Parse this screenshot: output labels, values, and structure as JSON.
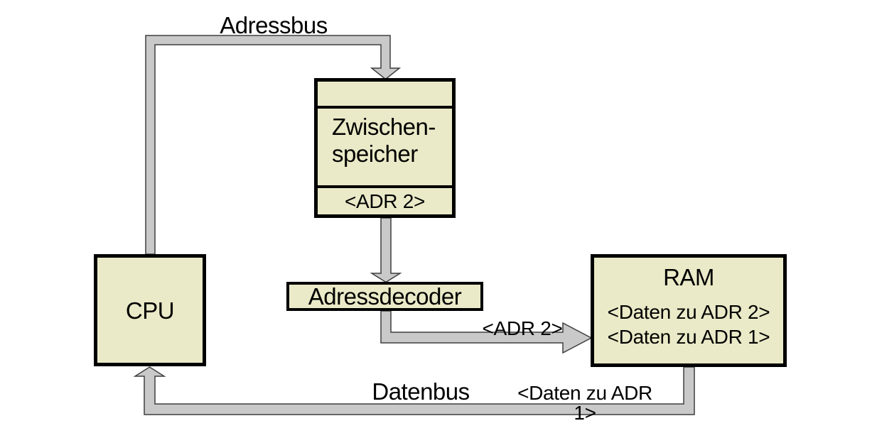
{
  "diagram": {
    "colors": {
      "background": "#ffffff",
      "box_fill": "#eaeac8",
      "box_border": "#000000",
      "bus_fill": "#c9c9c9",
      "bus_outline": "#3f3f3f",
      "text": "#000000"
    },
    "nodes": {
      "cpu": {
        "label": "CPU"
      },
      "buffer": {
        "label_line1": "Zwischen-",
        "label_line2": "speicher",
        "value": "<ADR 2>"
      },
      "decoder": {
        "label": "Adressdecoder"
      },
      "ram": {
        "label": "RAM",
        "value_line1": "<Daten zu ADR 2>",
        "value_line2": "<Daten zu ADR 1>"
      }
    },
    "bus_labels": {
      "address_bus": "Adressbus",
      "data_bus": "Datenbus",
      "adr2": "<ADR 2>",
      "daten_adr1": "<Daten zu ADR 1>"
    }
  }
}
